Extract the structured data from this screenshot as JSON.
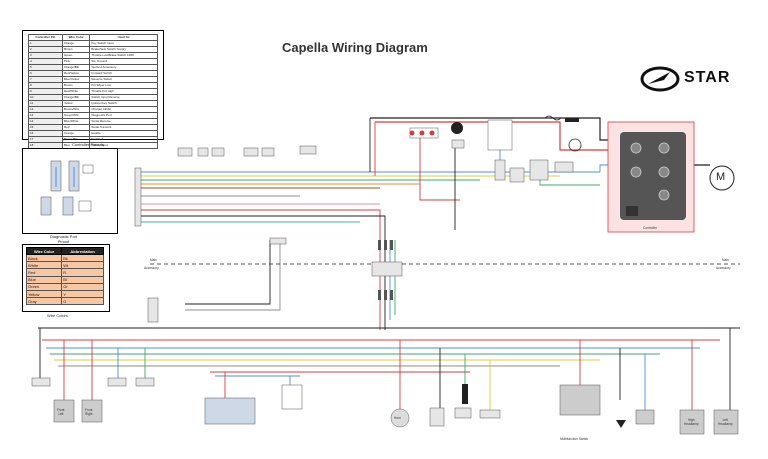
{
  "title": "Capella Wiring Diagram",
  "logo": {
    "text": "STAR"
  },
  "pin_table": {
    "headers": [
      "Controller Pin",
      "Wire Color",
      "Used for"
    ],
    "rows": [
      [
        "1",
        "Orange",
        "Key Switch Input"
      ],
      [
        "2",
        "Brown",
        "Brake/Seat Switch Supply"
      ],
      [
        "3",
        "Green",
        "Throttle Low/Brake Switch FWD"
      ],
      [
        "4",
        "Pink",
        "Sw. Ground"
      ],
      [
        "5",
        "Orange/Blk",
        "Sw.Gnd Accessory"
      ],
      [
        "6",
        "Red/Yellow",
        "Forward Switch"
      ],
      [
        "7",
        "Blue/Yellow",
        "Reverse Switch"
      ],
      [
        "8",
        "Brown",
        "Pot Wiper Low"
      ],
      [
        "9",
        "Red/White",
        "Throttle Pot High"
      ],
      [
        "10",
        "Orange/Blk",
        "Switch Input Reverse"
      ],
      [
        "11",
        "Yellow",
        "Ignition/Key Switch"
      ],
      [
        "12",
        "Brown/Wht",
        "Charger Inhibit"
      ],
      [
        "13",
        "Green/Wht",
        "Diagnostic Port"
      ],
      [
        "14",
        "Blue/White",
        "Serial Receive"
      ],
      [
        "15",
        "Red",
        "Serial Transmit"
      ],
      [
        "16",
        "Orange",
        "Enable"
      ],
      [
        "17",
        "Brown/Blk",
        "Enable 2"
      ],
      [
        "18",
        "Blue",
        "Switch Input"
      ]
    ]
  },
  "labels": {
    "controller_pinouts": "Controller Pinouts",
    "diagnostic_port": "Diagnostic Port\nPinout",
    "wire_colors": "Wire Colors",
    "controller": "Controller",
    "main_left": "Main",
    "accessory_left": "Accessory",
    "main_right": "Main",
    "accessory_right": "Accessory",
    "motor": "M",
    "multifunction_switch": "Multifunction Switch",
    "front_left": "Front\nLeft",
    "front_right": "Front\nRight",
    "high_headlamp": "High\nHeadlamp",
    "left_headlamp": "Left\nHeadlamp",
    "horn": "Horn"
  },
  "color_table": {
    "headers": [
      "Wire Color",
      "Abbreviation"
    ],
    "rows": [
      [
        "Black",
        "Bk"
      ],
      [
        "White",
        "Wt"
      ],
      [
        "Red",
        "R"
      ],
      [
        "Blue",
        "Bl"
      ],
      [
        "Green",
        "Gr"
      ],
      [
        "Yellow",
        "Y"
      ],
      [
        "Gray",
        "G"
      ]
    ]
  },
  "colors": {
    "red": "#d93b3b",
    "blue": "#4a90e2",
    "green": "#3aa86b",
    "yellow": "#e8c93a",
    "orange": "#e88a3a",
    "brown": "#8b5a2b",
    "gray": "#8c8c8c",
    "black": "#222222",
    "pink": "#e88ab0",
    "teal": "#3ab8b0"
  }
}
